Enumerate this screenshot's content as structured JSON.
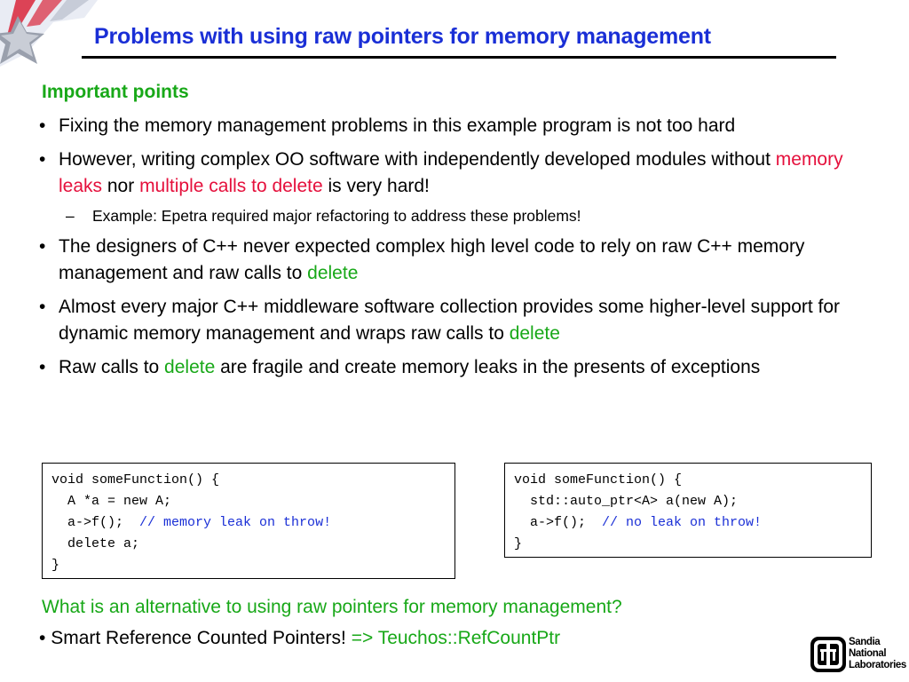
{
  "slide": {
    "title": "Problems with using raw pointers for memory management",
    "section_heading": "Important points",
    "bullets": [
      {
        "text": "Fixing the memory management problems in this example program is not too hard"
      },
      {
        "t1": "However, writing complex OO software with independently developed modules without ",
        "r1": "memory leaks",
        "t2": " nor ",
        "r2": "multiple calls to delete",
        "t3": " is very hard!"
      },
      {
        "sub": "Example: Epetra required major refactoring to address these problems!"
      },
      {
        "t1": "The designers of C++ never expected complex high level code to rely on raw C++ memory management and raw calls to ",
        "g1": "delete"
      },
      {
        "t1": "Almost every major C++ middleware software collection provides some higher-level support for dynamic memory management and wraps raw calls to ",
        "g1": "delete"
      },
      {
        "t1": "Raw calls to ",
        "g1": "delete",
        "t2": " are fragile and create memory leaks in the presents of exceptions"
      }
    ],
    "code_left": {
      "line1": "void someFunction() {",
      "line2": "  A *a = new A;",
      "line3_code": "  a->f();  ",
      "line3_comment": "// memory leak on throw!",
      "line4": "  delete a;",
      "line5": "}"
    },
    "code_right": {
      "line1": "void someFunction() {",
      "line2": "  std::auto_ptr<A> a(new A);",
      "line3_code": "  a->f();  ",
      "line3_comment": "// no leak on throw!",
      "line4": "}"
    },
    "question": "What is an alternative to using raw pointers for memory management?",
    "last_bullet": {
      "text": "Smart Reference Counted Pointers!",
      "link": "=> Teuchos::RefCountPtr"
    },
    "logo": {
      "line1": "Sandia",
      "line2": "National",
      "line3": "Laboratories"
    }
  },
  "colors": {
    "title": "#1a2fd6",
    "heading_green": "#18a818",
    "emphasis_red": "#e5103c",
    "comment_blue": "#1a2fd6"
  },
  "icons": {
    "bullet": "•",
    "dash": "–"
  }
}
